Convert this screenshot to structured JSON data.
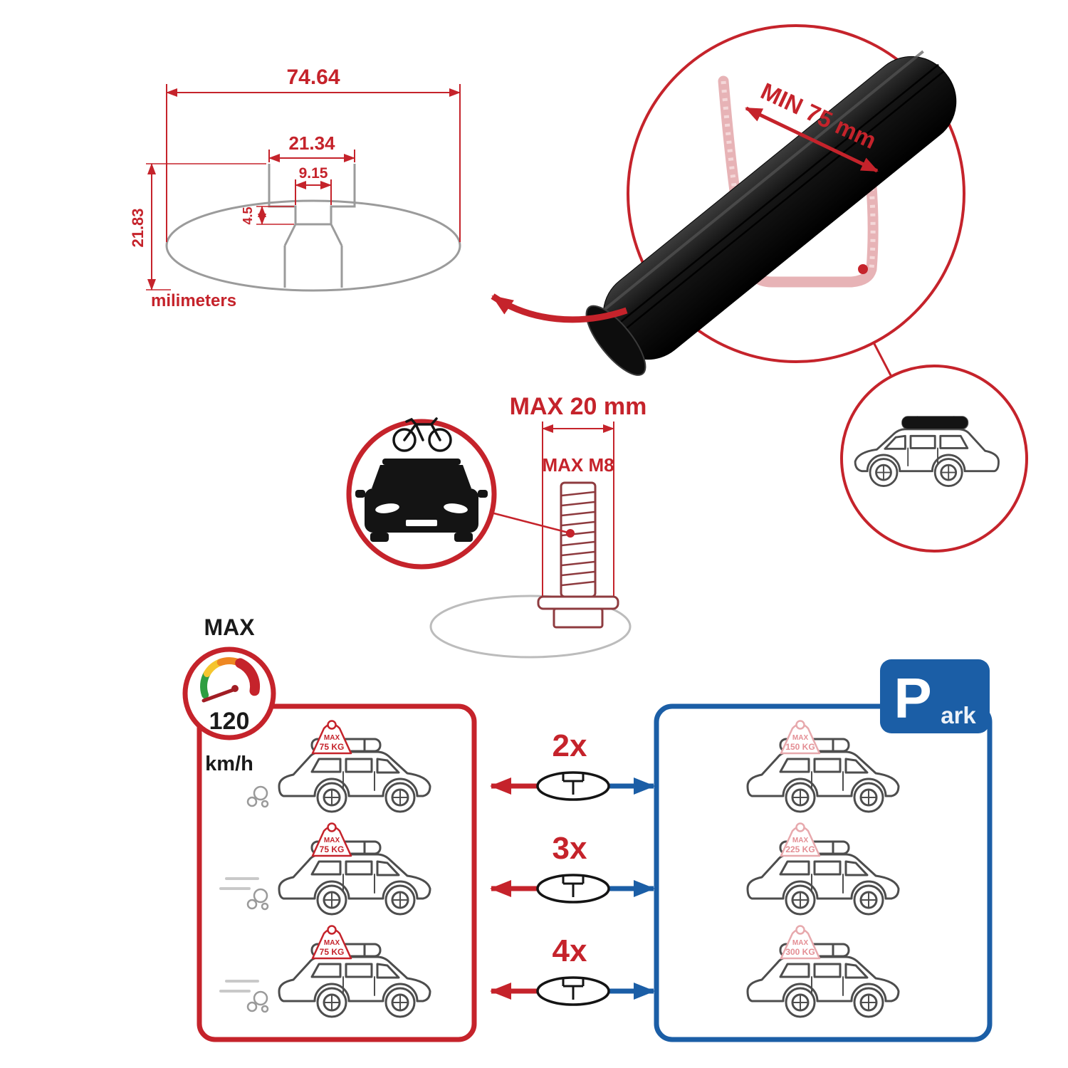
{
  "colors": {
    "red": "#c5232b",
    "blue": "#1b5ea6",
    "pink": "#e7b3b6",
    "profile_gray": "#9b9b9b",
    "bar_black": "#0d0d0d",
    "ink": "#1a1a1a"
  },
  "tech_drawing": {
    "dim_total_width": "74.64",
    "dim_opening_width": "21.34",
    "dim_slot_width": "9.15",
    "dim_slot_depth": "4.5",
    "dim_total_height": "21.83",
    "units_label": "milimeters"
  },
  "crossbar": {
    "min_span_label": "MIN 75 mm"
  },
  "bolt": {
    "max_width_label": "MAX 20 mm",
    "max_thread_label": "MAX M8"
  },
  "speedometer": {
    "label": "MAX",
    "value": "120",
    "units": "km/h"
  },
  "left_panel": {
    "cars": [
      {
        "tag_line1": "MAX",
        "tag_line2": "75 KG"
      },
      {
        "tag_line1": "MAX",
        "tag_line2": "75 KG"
      },
      {
        "tag_line1": "MAX",
        "tag_line2": "75 KG"
      }
    ]
  },
  "middle_column": {
    "rows": [
      {
        "multiplier": "2x"
      },
      {
        "multiplier": "3x"
      },
      {
        "multiplier": "4x"
      }
    ]
  },
  "right_panel": {
    "park_sign": {
      "letter": "P",
      "suffix": "ark"
    },
    "cars": [
      {
        "tag_line1": "MAX",
        "tag_line2": "150 KG"
      },
      {
        "tag_line1": "MAX",
        "tag_line2": "225 KG"
      },
      {
        "tag_line1": "MAX",
        "tag_line2": "300 KG"
      }
    ]
  }
}
